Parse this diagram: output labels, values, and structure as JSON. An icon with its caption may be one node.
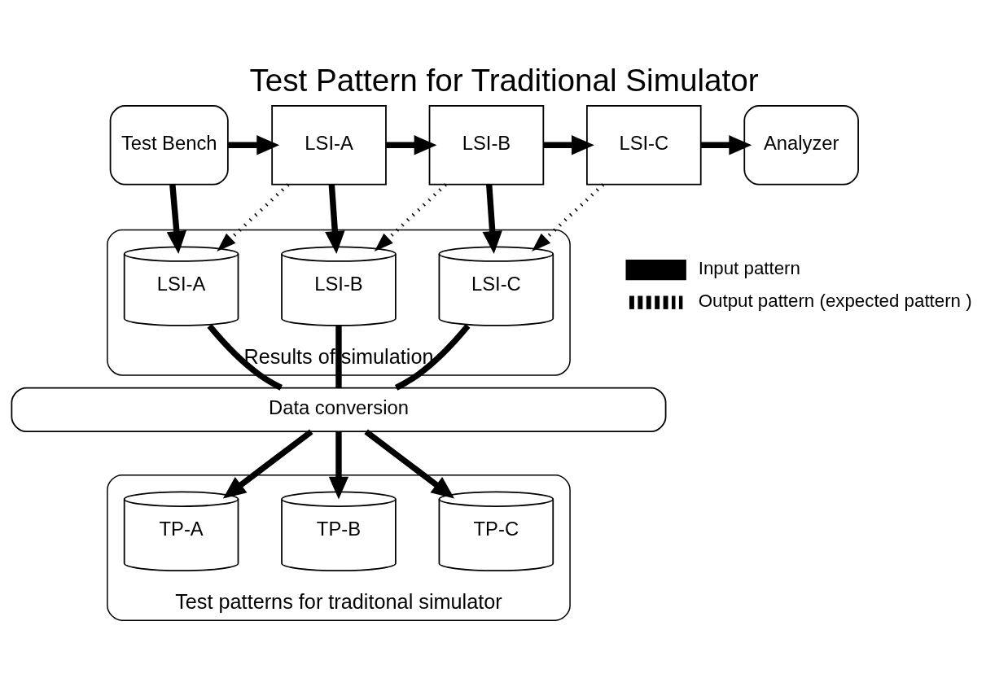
{
  "diagram": {
    "title": "Test Pattern for Traditional Simulator",
    "nodes": [
      {
        "text": [
          "Test Bench"
        ]
      },
      {
        "text": [
          "LSI-A"
        ]
      },
      {
        "text": [
          "LSI-B"
        ]
      },
      {
        "text": [
          "LSI-C"
        ]
      },
      {
        "text": [
          "Analyzer"
        ]
      },
      {
        "text": [
          "Results of simulation"
        ]
      },
      {
        "text": [
          "LSI-A"
        ],
        "in": 5
      },
      {
        "text": [
          "LSI-B"
        ],
        "in": 5
      },
      {
        "text": [
          "LSI-C"
        ],
        "in": 5
      },
      {
        "text": [
          "Data conversion"
        ]
      },
      {
        "text": [
          "Test patterns for traditonal simulator"
        ]
      },
      {
        "text": [
          "TP-A"
        ],
        "in": 10
      },
      {
        "text": [
          "TP-B"
        ],
        "in": 10
      },
      {
        "text": [
          "TP-C"
        ],
        "in": 10
      }
    ],
    "edges": [
      {
        "from": 0,
        "to": 1,
        "arrow": "to"
      },
      {
        "from": 1,
        "to": 2,
        "arrow": "to"
      },
      {
        "from": 2,
        "to": 3,
        "arrow": "to"
      },
      {
        "from": 3,
        "to": 4,
        "arrow": "to"
      },
      {
        "from": 0,
        "to": 6,
        "arrow": "to"
      },
      {
        "from": 1,
        "to": 6,
        "arrow": "to",
        "style": "dashed"
      },
      {
        "from": 1,
        "to": 7,
        "arrow": "to"
      },
      {
        "from": 2,
        "to": 7,
        "arrow": "to",
        "style": "dashed"
      },
      {
        "from": 2,
        "to": 8,
        "arrow": "to"
      },
      {
        "from": 3,
        "to": 8,
        "arrow": "to",
        "style": "dashed"
      },
      {
        "from": 6,
        "to": 9,
        "arrow": "none"
      },
      {
        "from": 7,
        "to": 9,
        "arrow": "none"
      },
      {
        "from": 8,
        "to": 9,
        "arrow": "none"
      },
      {
        "from": 9,
        "to": 11,
        "arrow": "to"
      },
      {
        "from": 9,
        "to": 12,
        "arrow": "to"
      },
      {
        "from": 9,
        "to": 13,
        "arrow": "to"
      }
    ],
    "legend": [
      {
        "text": "Input pattern"
      },
      {
        "text": "Output pattern (expected pattern )"
      }
    ]
  }
}
